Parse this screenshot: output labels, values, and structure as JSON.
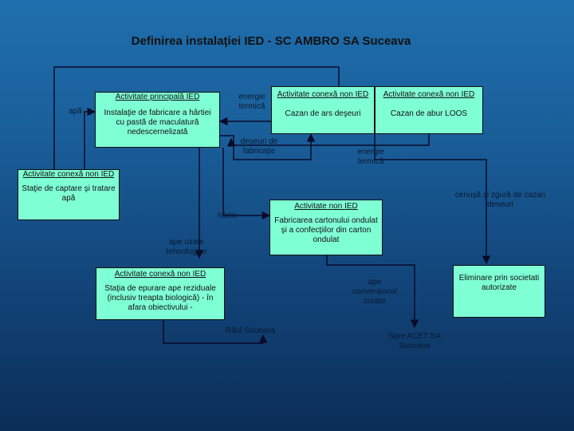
{
  "title": "Definirea instalaţiei IED - SC AMBRO SA Suceava",
  "colors": {
    "box_fill": "#7fffd4",
    "line": "#0a0a2a",
    "background_top": "#1f6fae",
    "background_bottom": "#0b2d57"
  },
  "boxes": {
    "main": {
      "header": "Activitate principală IED",
      "body": "Instalaţie de fabricare a hârtiei cu pastă de maculatură nedescernelizată"
    },
    "waste_boiler": {
      "header": "Activitate conexă non IED",
      "body": "Cazan de ars deşeuri"
    },
    "loos_boiler": {
      "header": "Activitate conexă non IED",
      "body": "Cazan de abur LOOS"
    },
    "water_station": {
      "header": "Activitate conexă non IED",
      "body": "Staţie de captare şi tratare apă"
    },
    "cardboard": {
      "header": "Activitate non IED",
      "body": "Fabricarea cartonului ondulat şi a confecţiilor din carton ondulat"
    },
    "treatment": {
      "header": "Activitate conexă non IED",
      "body": "Staţia de epurare ape reziduale (inclusiv treapta biologică) - în afara obiectivului -"
    },
    "disposal": {
      "body": "Eliminare prin societati autorizate"
    }
  },
  "labels": {
    "water": "apă",
    "thermal_energy_1": "energie termică",
    "manufacturing_waste": "deşeuri de fabricaţie",
    "thermal_energy_2": "energie termică",
    "ash_slag": "cenuşă şi zgură de cazan deseuri",
    "paper": "hârtie",
    "process_water": "ape uzate tehnologice",
    "clean_water": "ape convenţional curate",
    "river": "Râul Suceava",
    "acet": "Spre ACET SA Suceava"
  }
}
